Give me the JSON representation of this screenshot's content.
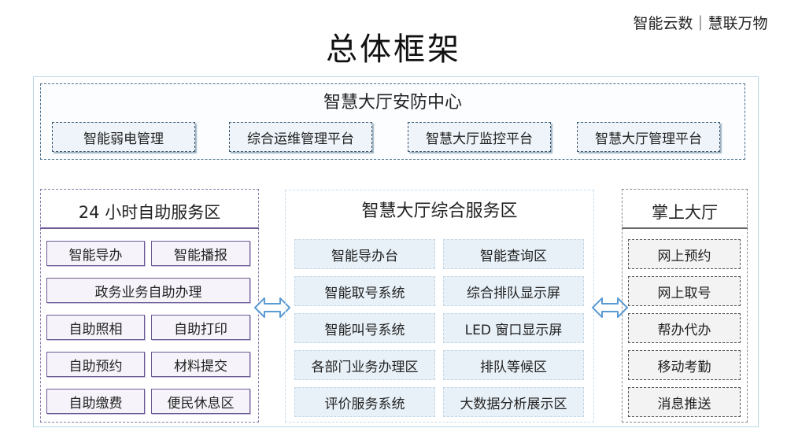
{
  "title": "总体框架",
  "slogan": "智能云数｜慧联万物",
  "top_section": {
    "title": "智慧大厅安防中心",
    "items": [
      "智能弱电管理",
      "综合运维管理平台",
      "智慧大厅监控平台",
      "智慧大厅管理平台"
    ]
  },
  "left_section": {
    "title": "24 小时自助服务区",
    "items": [
      "智能导办",
      "智能播报",
      "政务业务自助办理",
      "自助照相",
      "自助打印",
      "自助预约",
      "材料提交",
      "自助缴费",
      "便民休息区"
    ]
  },
  "middle_section": {
    "title": "智慧大厅综合服务区",
    "items": [
      "智能导办台",
      "智能查询区",
      "智能取号系统",
      "综合排队显示屏",
      "智能叫号系统",
      "LED 窗口显示屏",
      "各部门业务办理区",
      "排队等候区",
      "评价服务系统",
      "大数据分析展示区"
    ]
  },
  "right_section": {
    "title": "掌上大厅",
    "items": [
      "网上预约",
      "网上取号",
      "帮办代办",
      "移动考勤",
      "消息推送"
    ]
  },
  "colors": {
    "arrow": "#5b9bd5",
    "frame": "#b9d7e8"
  },
  "icons": [
    "double-arrow-icon",
    "double-arrow-icon"
  ]
}
